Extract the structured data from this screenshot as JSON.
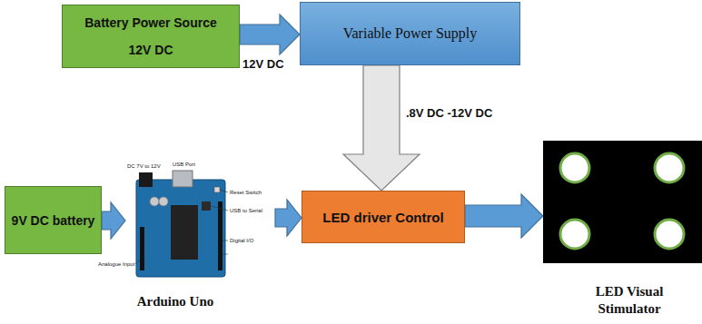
{
  "diagram": {
    "nodes": [
      {
        "text": [
          "Battery Power Source",
          "12V DC"
        ]
      },
      {
        "text": [
          "Variable Power Supply"
        ]
      },
      {
        "text": [
          "9V DC battery"
        ]
      },
      {
        "text": [
          "Arduino Uno"
        ]
      },
      {
        "text": [
          "LED driver Control"
        ]
      },
      {
        "text": [
          "LED Visual Stimulator"
        ]
      }
    ],
    "edges": [
      {
        "from": 0,
        "to": 1,
        "label": "12V DC",
        "arrow": "to"
      },
      {
        "from": 1,
        "to": 4,
        "label": ".8V DC -12V DC",
        "arrow": "to"
      },
      {
        "from": 2,
        "to": 3,
        "arrow": "to"
      },
      {
        "from": 3,
        "to": 4,
        "arrow": "to"
      },
      {
        "from": 4,
        "to": 5,
        "arrow": "to"
      }
    ],
    "labels": [
      "DC 7V to 12V",
      "USB Port",
      "Reset Switch",
      "USB to Serial",
      "Digital I/O",
      "Analogue Input"
    ]
  }
}
